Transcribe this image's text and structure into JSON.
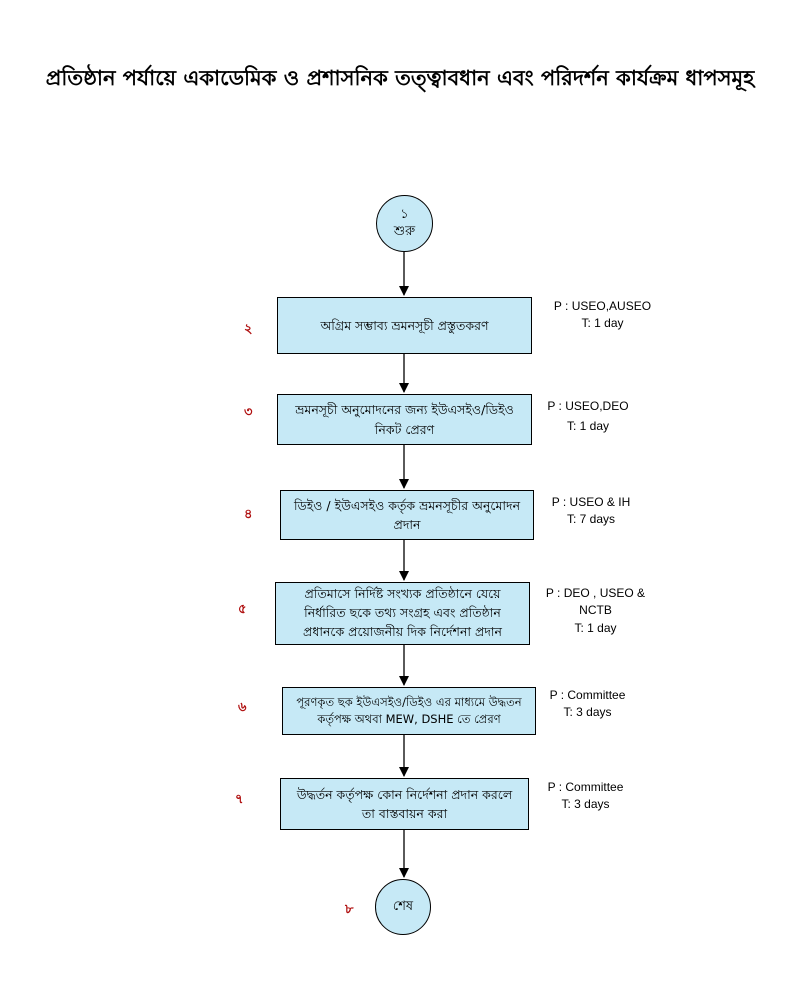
{
  "title": "প্রতিষ্ঠান পর্যায়ে একাডেমিক ও প্রশাসনিক তত্ত্বাবধান এবং পরিদর্শন কার্যক্রম ধাপসমূহ",
  "start": {
    "number": "১",
    "label": "শুরু"
  },
  "end": {
    "number": "৮",
    "label": "শেষ"
  },
  "steps": [
    {
      "number": "২",
      "text": "অগ্রিম সম্ভাব্য ভ্রমনসূচী প্রস্তুতকরণ",
      "person": "P : USEO,AUSEO",
      "time": "T: 1 day"
    },
    {
      "number": "৩",
      "text": "ভ্রমনসূচী অনুমোদনের জন্য ইউএসইও/ডিইও নিকট প্রেরণ",
      "person": "P : USEO,DEO",
      "time": "T: 1 day"
    },
    {
      "number": "৪",
      "text": "ডিইও / ইউএসইও কর্তৃক ভ্রমনসূচীর অনুমোদন প্রদান",
      "person": "P : USEO & IH",
      "time": "T: 7 days"
    },
    {
      "number": "৫",
      "text": "প্রতিমাসে নির্দিষ্ট সংখ্যক প্রতিষ্ঠানে যেয়ে নির্ধারিত ছকে তথ্য সংগ্রহ এবং প্রতিষ্ঠান প্রধানকে প্রয়োজনীয় দিক নির্দেশনা প্রদান",
      "person": "P : DEO , USEO & NCTB",
      "time": "T: 1 day"
    },
    {
      "number": "৬",
      "text": "পূরণকৃত ছক ইউএসইও/ডিইও এর মাধ্যমে উদ্ধতন কর্তৃপক্ষ অথবা MEW, DSHE তে প্রেরণ",
      "person": "P : Committee",
      "time": "T: 3 days"
    },
    {
      "number": "৭",
      "text": "উদ্ধর্তন কর্তৃপক্ষ কোন নির্দেশনা প্রদান করলে তা বাস্তবায়ন করা",
      "person": "P : Committee",
      "time": "T: 3 days"
    }
  ]
}
